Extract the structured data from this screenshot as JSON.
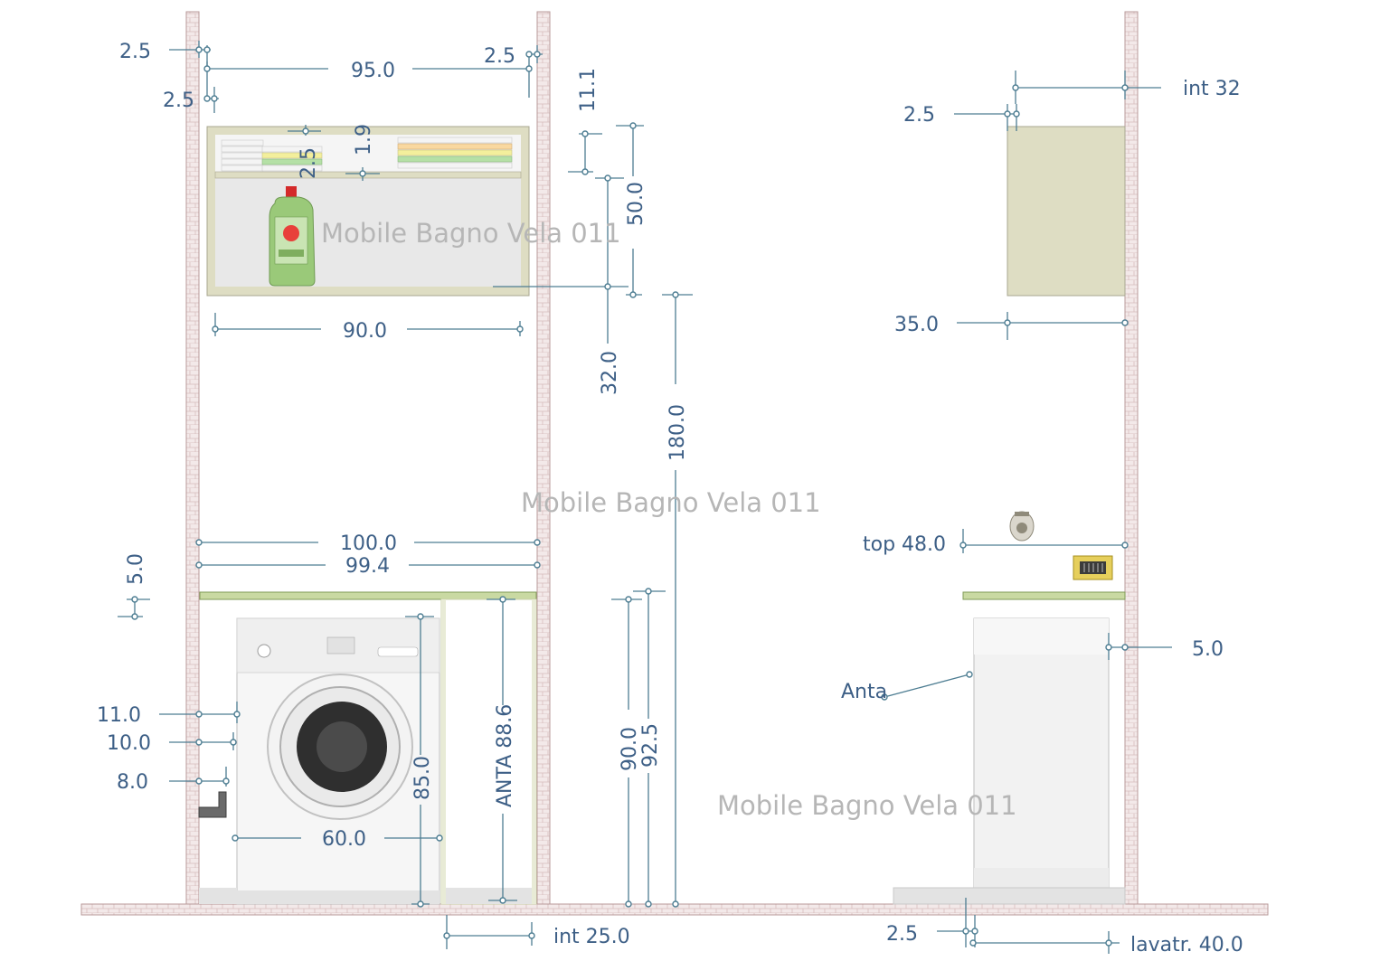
{
  "colors": {
    "dimension_text": "#3d5f86",
    "dimension_line": "#4d7d92",
    "wall_fill": "#efe4e4",
    "wall_stroke": "#b89a9a",
    "cabinet_fill": "#deddc3",
    "cabinet_stroke": "#a8a792",
    "top_fill": "#c9d9a2",
    "watermark": "#b6b6b6"
  },
  "watermarks": {
    "upper": "Mobile Bagno Vela 011",
    "middle": "Mobile Bagno Vela 011",
    "lower": "Mobile Bagno Vela 011"
  },
  "front": {
    "left_wall_gap": "2.5",
    "wall_span": "95.0",
    "right_wall_gap": "2.5",
    "side_panel": "2.5",
    "shelf_thickness": "1.9",
    "panel_thickness": "2.5",
    "wall_cabinet_height_gap": "11.1",
    "wall_cabinet_height": "50.0",
    "wall_cabinet_width": "90.0",
    "clearance_above_top": "32.0",
    "total_height": "180.0",
    "top_width": "100.0",
    "top_inner_width": "99.4",
    "top_thickness": "5.0",
    "floor_pipe_upper": "11.0",
    "floor_pipe_mid": "10.0",
    "floor_pipe_lower": "8.0",
    "washer_height": "85.0",
    "door_height": "ANTA 88.6",
    "washer_width": "60.0",
    "top_height": "90.0",
    "top_height_total": "92.5",
    "inner_width": "int 25.0"
  },
  "side": {
    "interior_depth": "int 32",
    "cabinet_gap": "2.5",
    "cabinet_depth": "35.0",
    "top_depth": "top 48.0",
    "front_gap": "5.0",
    "door_label": "Anta",
    "floor_gap": "2.5",
    "washer_depth": "lavatr. 40.0"
  }
}
